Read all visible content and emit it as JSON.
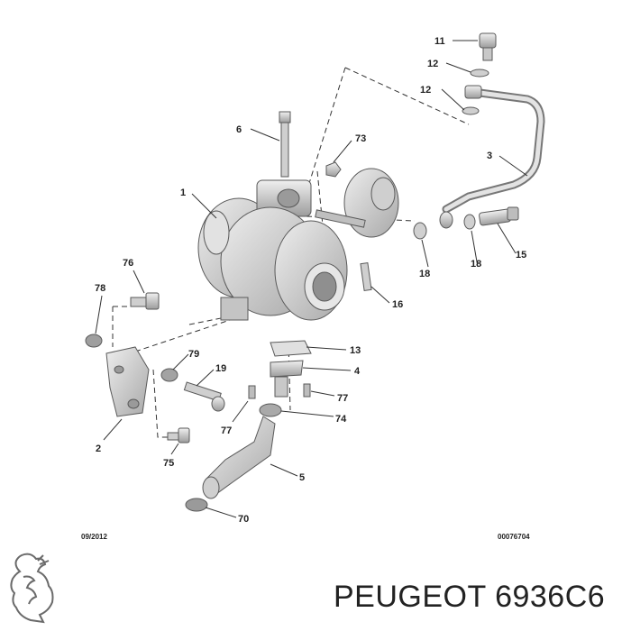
{
  "callouts": {
    "c11": "11",
    "c12a": "12",
    "c12b": "12",
    "c6": "6",
    "c73": "73",
    "c3": "3",
    "c1": "1",
    "c18a": "18",
    "c18b": "18",
    "c15": "15",
    "c16": "16",
    "c76": "76",
    "c78": "78",
    "c13": "13",
    "c4": "4",
    "c79": "79",
    "c19": "19",
    "c77a": "77",
    "c77b": "77",
    "c74": "74",
    "c2": "2",
    "c75": "75",
    "c5": "5",
    "c70": "70"
  },
  "footnote": {
    "date": "09/2012",
    "ref": "00076704"
  },
  "caption": "PEUGEOT 6936C6",
  "colors": {
    "part_fill": "#d9d9d9",
    "part_shade": "#b3b3b3",
    "text": "#222222"
  },
  "logo_icon": "peugeot-lion-icon"
}
